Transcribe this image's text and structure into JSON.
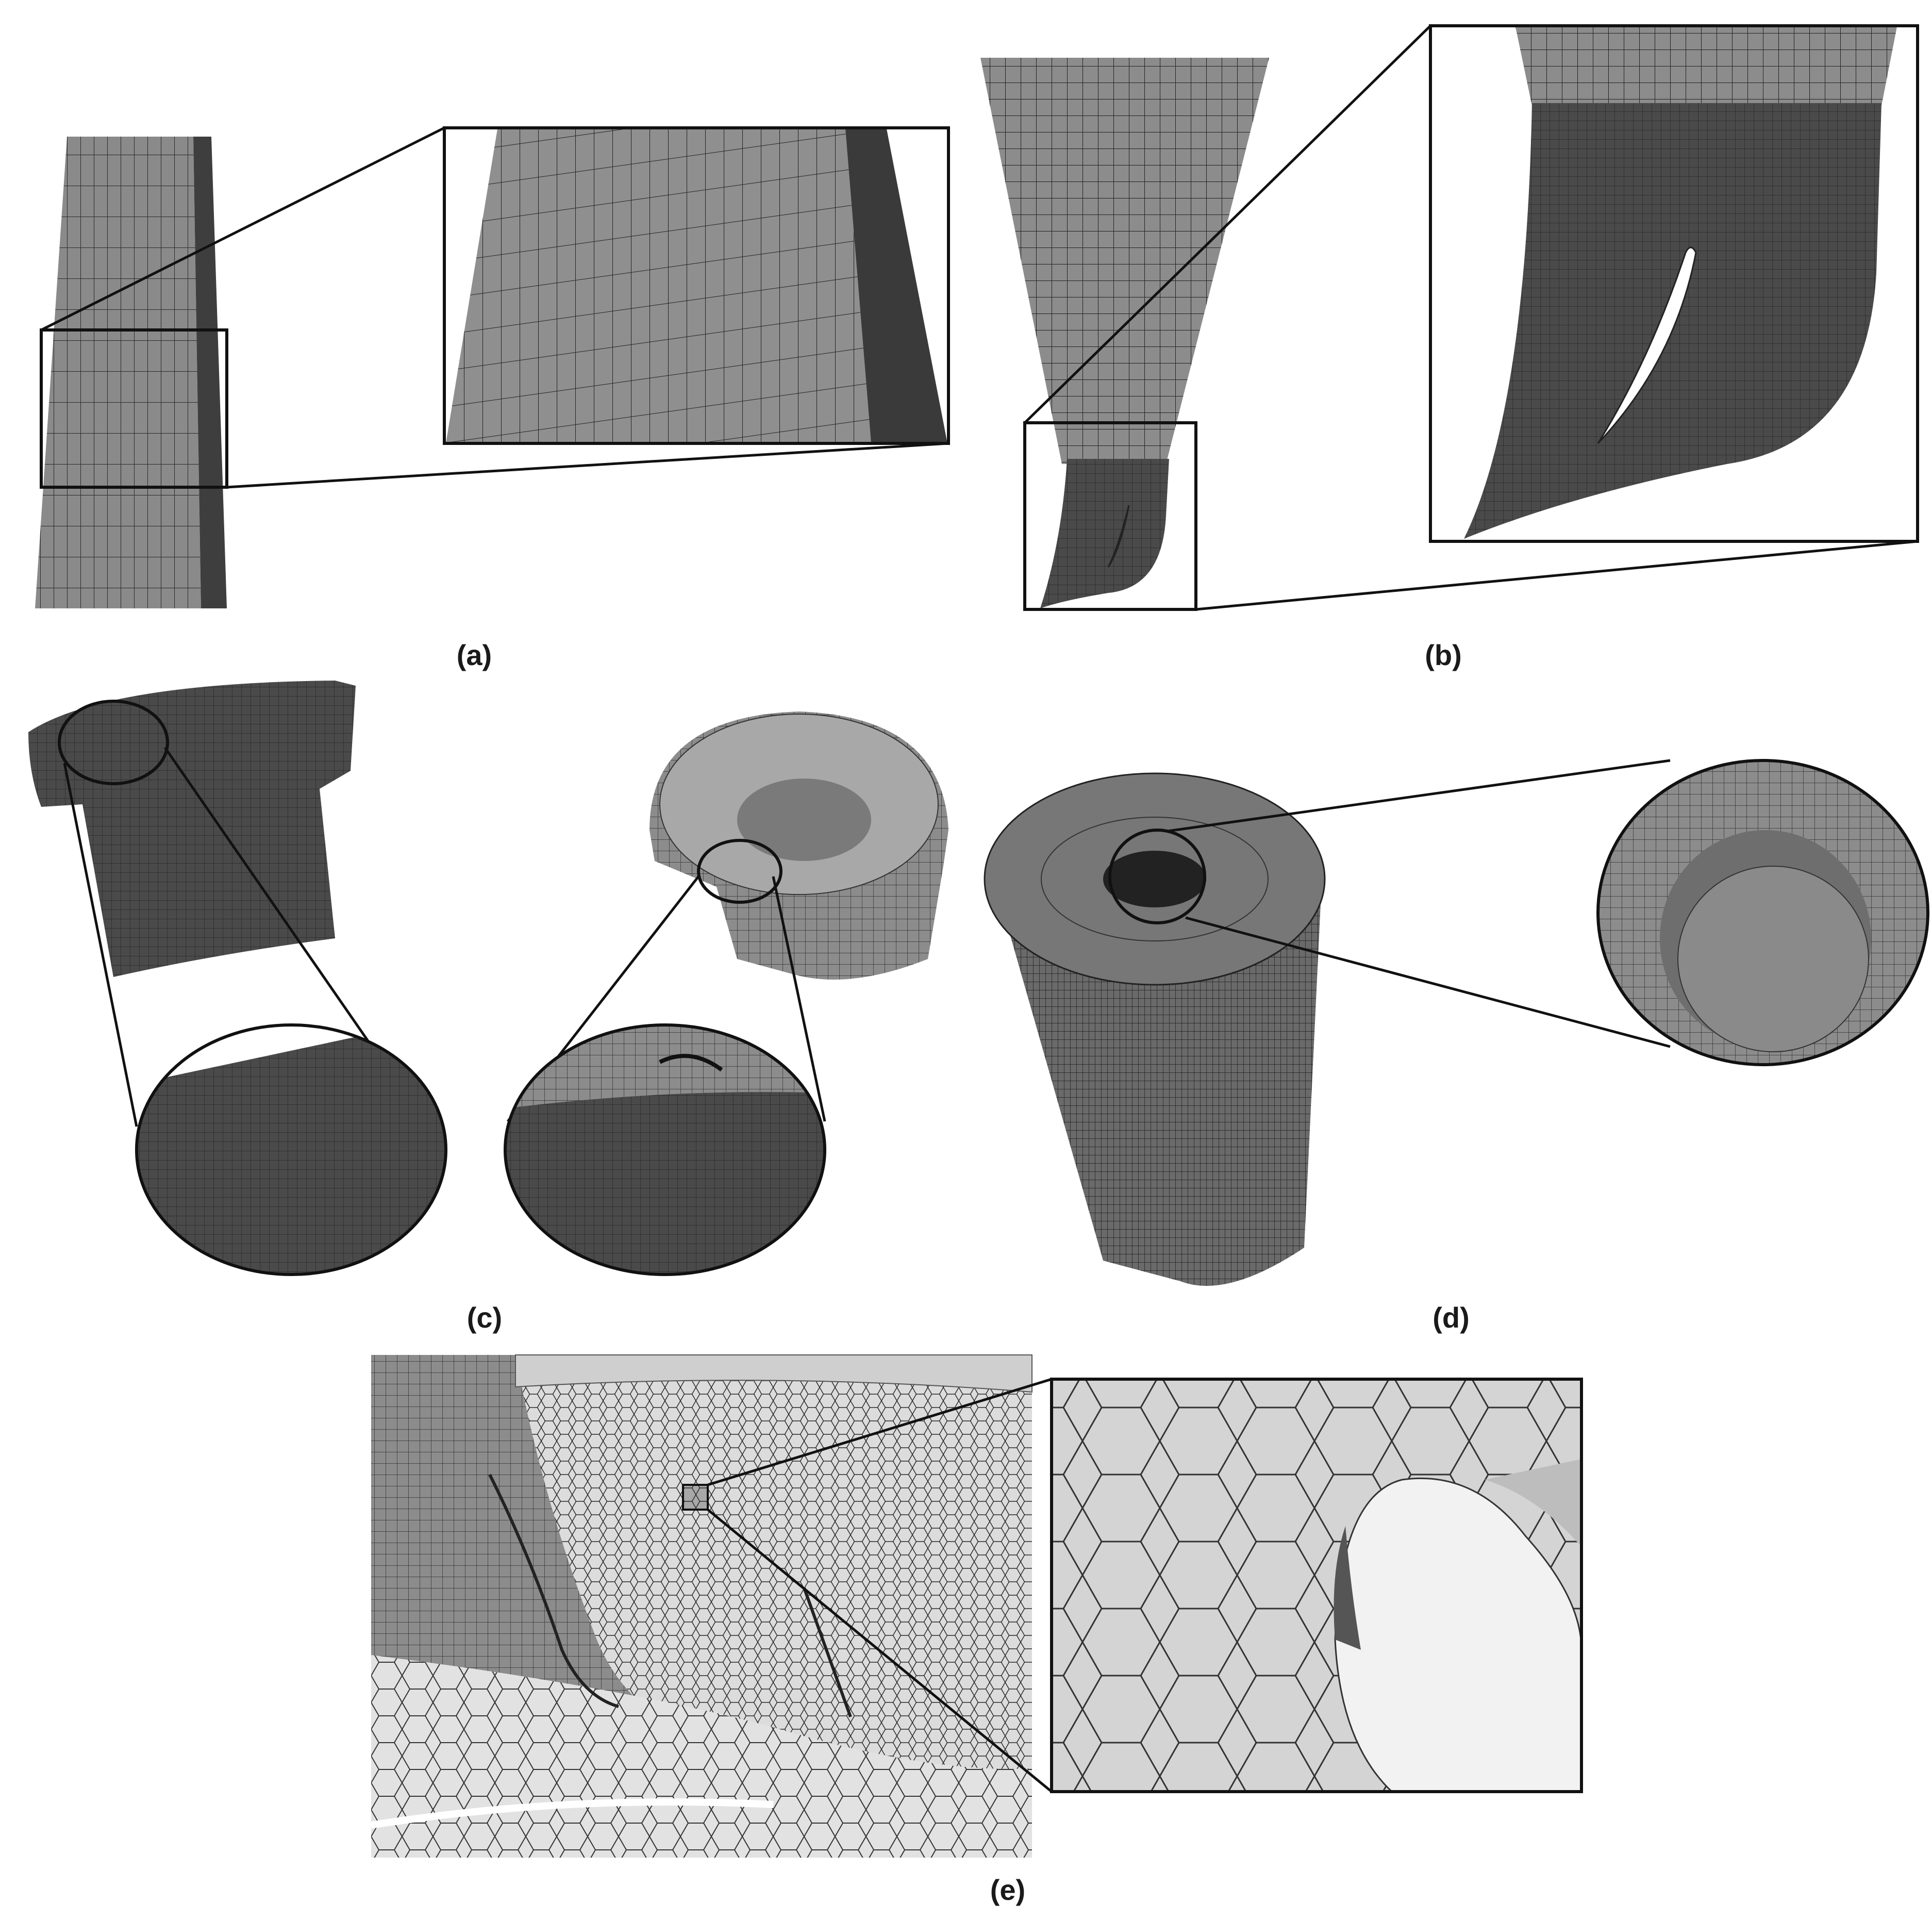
{
  "figure": {
    "panels": [
      {
        "id": "a",
        "label": "(a)",
        "subject": "wall-prism-layer-mesh",
        "has_zoom": true
      },
      {
        "id": "b",
        "label": "(b)",
        "subject": "vane-blade-passage-mesh",
        "has_zoom": true
      },
      {
        "id": "c",
        "label": "(c)",
        "subject": "pipe-cup-surface-mesh",
        "has_zoom": true
      },
      {
        "id": "d",
        "label": "(d)",
        "subject": "cone-jet-mesh",
        "has_zoom": true
      },
      {
        "id": "e",
        "label": "(e)",
        "subject": "polyhedral-volume-mesh",
        "has_zoom": true
      }
    ]
  },
  "colors": {
    "mesh_fill_dark": "#4a4a4a",
    "mesh_fill_mid": "#8a8a8a",
    "mesh_fill_light": "#d8d8d8",
    "mesh_line": "#222222",
    "frame": "#111111",
    "background": "#ffffff"
  }
}
